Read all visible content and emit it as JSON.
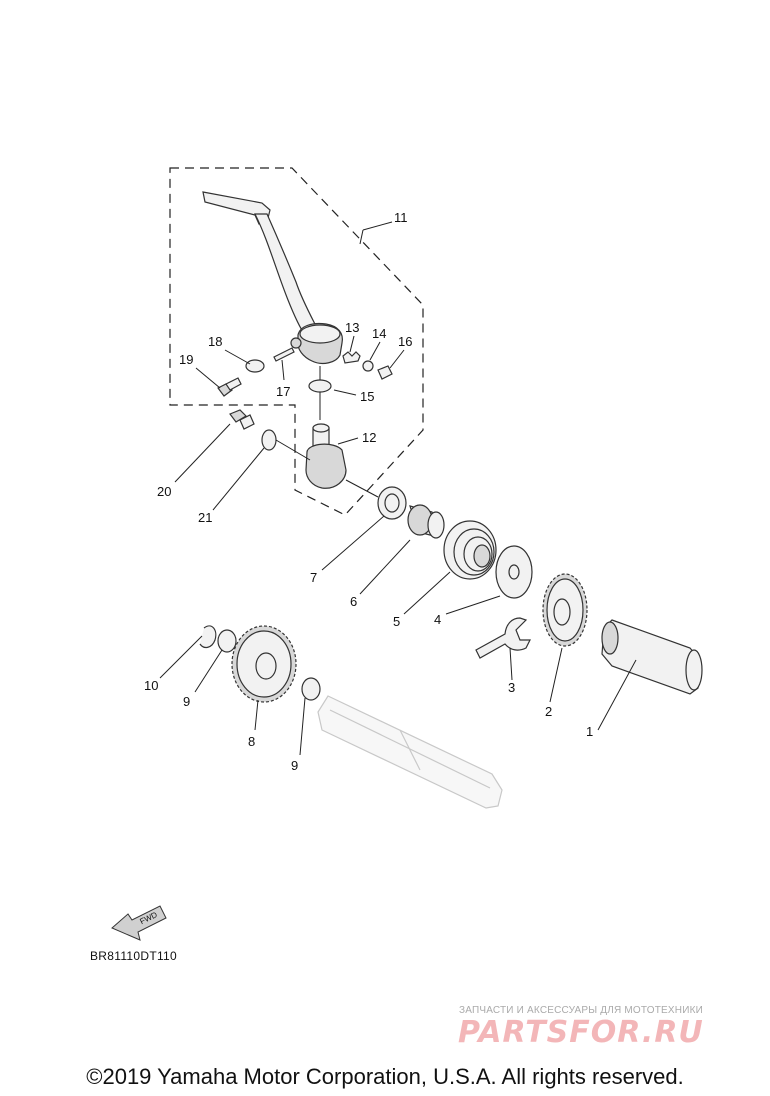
{
  "labels": {
    "l1": "1",
    "l2": "2",
    "l3": "3",
    "l4": "4",
    "l5": "5",
    "l6": "6",
    "l7": "7",
    "l8": "8",
    "l9a": "9",
    "l9b": "9",
    "l10": "10",
    "l11": "11",
    "l12": "12",
    "l13": "13",
    "l14": "14",
    "l15": "15",
    "l16": "16",
    "l17": "17",
    "l18": "18",
    "l19": "19",
    "l20": "20",
    "l21": "21"
  },
  "fwd_arrow_text": "FWD",
  "diagram_code": "BR81110DT110",
  "watermark": {
    "tagline": "ЗАПЧАСТИ И АКСЕССУАРЫ ДЛЯ МОТОТЕХНИКИ",
    "logo": "PARTSFOR.RU"
  },
  "copyright": "©2019 Yamaha Motor Corporation, U.S.A. All rights reserved.",
  "colors": {
    "ink": "#111111",
    "watermark_logo": "#f3b6b8",
    "watermark_tagline": "#aaaaaa"
  }
}
